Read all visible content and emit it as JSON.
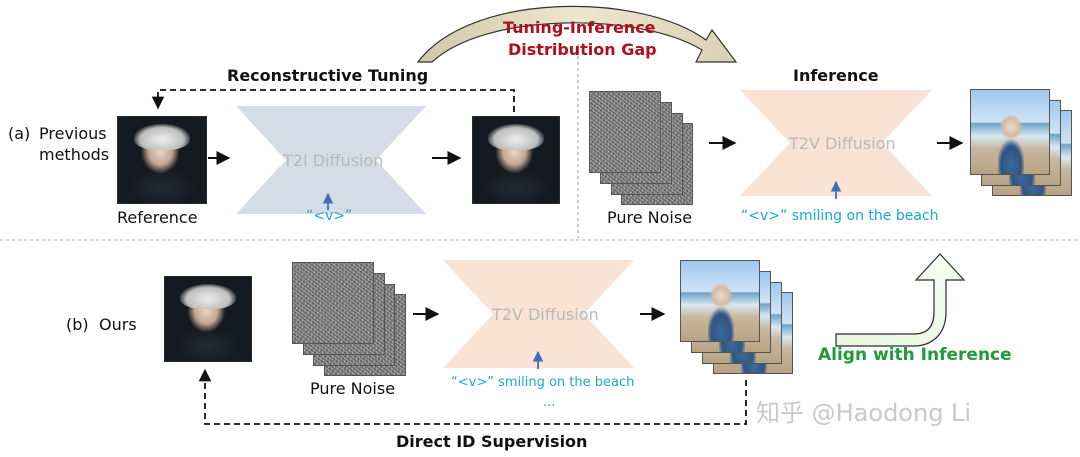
{
  "top_curve_label": {
    "line1": "Tuning-Inference",
    "line2": "Distribution Gap"
  },
  "row_a": {
    "label_prefix": "(a)",
    "label_line1": "Previous",
    "label_line2": "methods",
    "tuning_title": "Reconstructive Tuning",
    "reference_label": "Reference",
    "t2i_label": "T2I Diffusion",
    "t2i_prompt": "“<v>”",
    "inference_title": "Inference",
    "pure_noise_label": "Pure Noise",
    "t2v_label": "T2V Diffusion",
    "t2v_prompt": "“<v>” smiling on the beach"
  },
  "row_b": {
    "label_prefix": "(b)",
    "label_text": "Ours",
    "pure_noise_label": "Pure Noise",
    "t2v_label": "T2V Diffusion",
    "t2v_prompt": "“<v>” smiling on the beach",
    "ellipsis": "...",
    "align_label": "Align with Inference",
    "supervision_label": "Direct ID Supervision"
  },
  "watermark": "知乎 @Haodong Li",
  "colors": {
    "gap_red": "#b0101a",
    "prompt_cyan": "#1aa7d8",
    "t2i_box": "#d5dce8",
    "t2v_box": "#f8e3d4",
    "align_green": "#1e9a3a",
    "arrow_blue": "#3f6fb5"
  }
}
